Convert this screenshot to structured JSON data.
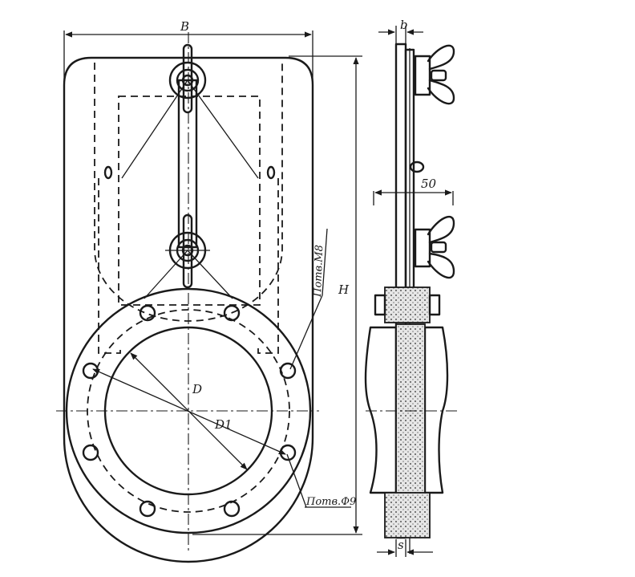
{
  "labels": {
    "dim_b_upper": "B",
    "dim_h": "H",
    "dim_d": "D",
    "dim_d1": "D1",
    "dim_b_lower": "b",
    "dim_s": "s",
    "dim_50": "50",
    "hole_m8": "Потв.М8",
    "hole_d9": "Потв.Ф9"
  }
}
